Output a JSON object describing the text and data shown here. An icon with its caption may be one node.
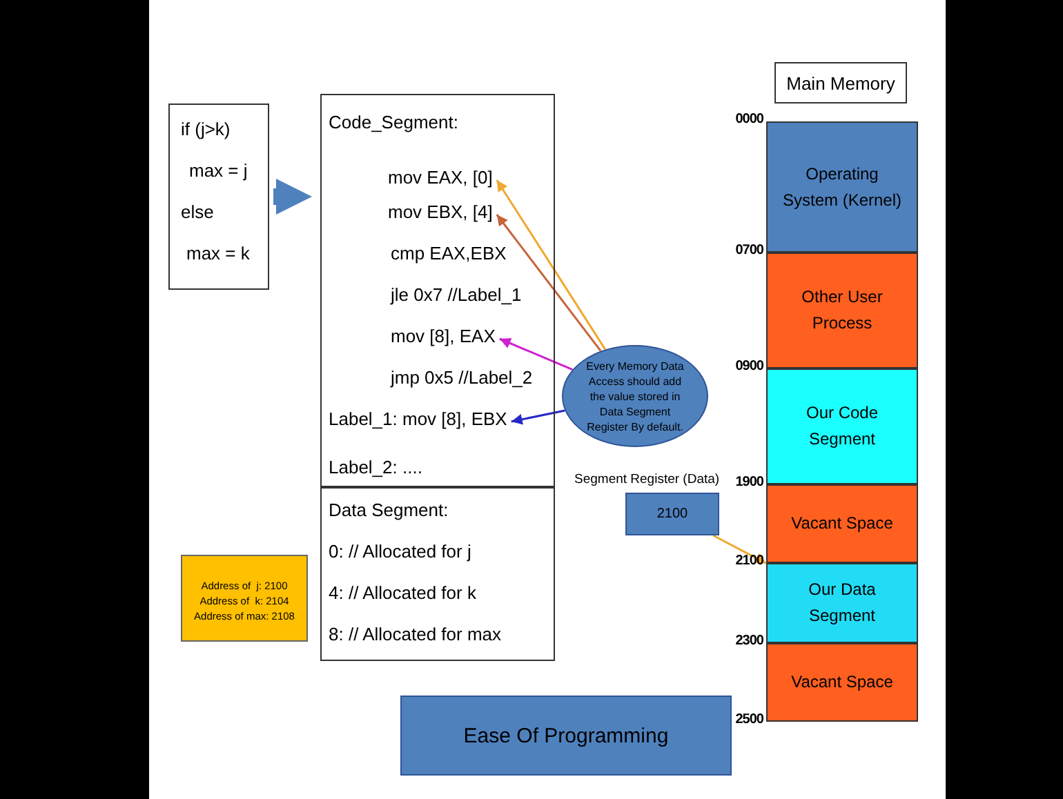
{
  "diagram": {
    "nodes": [
      {
        "text": [
          "if (j>k)",
          "max = j",
          "else",
          "max = k"
        ]
      },
      {
        "text": [
          "Code_Segment:"
        ]
      },
      {
        "text": [
          "mov EAX, [0]"
        ],
        "in": 1
      },
      {
        "text": [
          "mov EBX, [4]"
        ],
        "in": 1
      },
      {
        "text": [
          "cmp EAX,EBX"
        ],
        "in": 1
      },
      {
        "text": [
          "jle 0x7 //Label_1"
        ],
        "in": 1
      },
      {
        "text": [
          "mov [8], EAX"
        ],
        "in": 1
      },
      {
        "text": [
          "jmp 0x5 //Label_2"
        ],
        "in": 1
      },
      {
        "text": [
          "Label_1: mov [8], EBX"
        ],
        "in": 1
      },
      {
        "text": [
          "Label_2: ...."
        ],
        "in": 1
      },
      {
        "text": [
          "Data Segment:",
          "0: // Allocated for j",
          "4: // Allocated for k",
          "8: // Allocated for max"
        ]
      },
      {
        "text": [
          "Every Memory Data Access should add the value stored in Data Segment Register By default."
        ]
      },
      {
        "text": [
          "2100"
        ],
        "beside": [
          "Segment Register (Data)"
        ]
      },
      {
        "text": [
          "Main Memory"
        ]
      },
      {
        "text": [
          "Operating System (Kernel)"
        ]
      },
      {
        "text": [
          "Other User Process"
        ]
      },
      {
        "text": [
          "Our Code Segment"
        ]
      },
      {
        "text": [
          "Vacant Space"
        ]
      },
      {
        "text": [
          "Our Data Segment"
        ]
      },
      {
        "text": [
          "Vacant Space"
        ]
      },
      {
        "text": [
          "Address of  j: 2100",
          "Address of  k: 2104",
          "Address of max: 2108"
        ]
      },
      {
        "text": [
          "Ease Of Programming"
        ]
      }
    ],
    "edges": [
      {
        "from": 0,
        "to": 1,
        "arrow": "to",
        "style": "thick",
        "color": "#4f81bd"
      },
      {
        "from": 11,
        "to": 2,
        "arrow": "to",
        "color": "#f0a830"
      },
      {
        "from": 11,
        "to": 3,
        "arrow": "to",
        "color": "#c8643c"
      },
      {
        "from": 11,
        "to": 6,
        "arrow": "to",
        "color": "#d020d0"
      },
      {
        "from": 11,
        "to": 8,
        "arrow": "to",
        "color": "#2828c8"
      },
      {
        "from": 12,
        "to": 18,
        "arrow": "to",
        "color": "#f0a830"
      }
    ],
    "labels": [
      "0000",
      "0700",
      "0900",
      "1900",
      "2100",
      "2300",
      "2500"
    ]
  }
}
